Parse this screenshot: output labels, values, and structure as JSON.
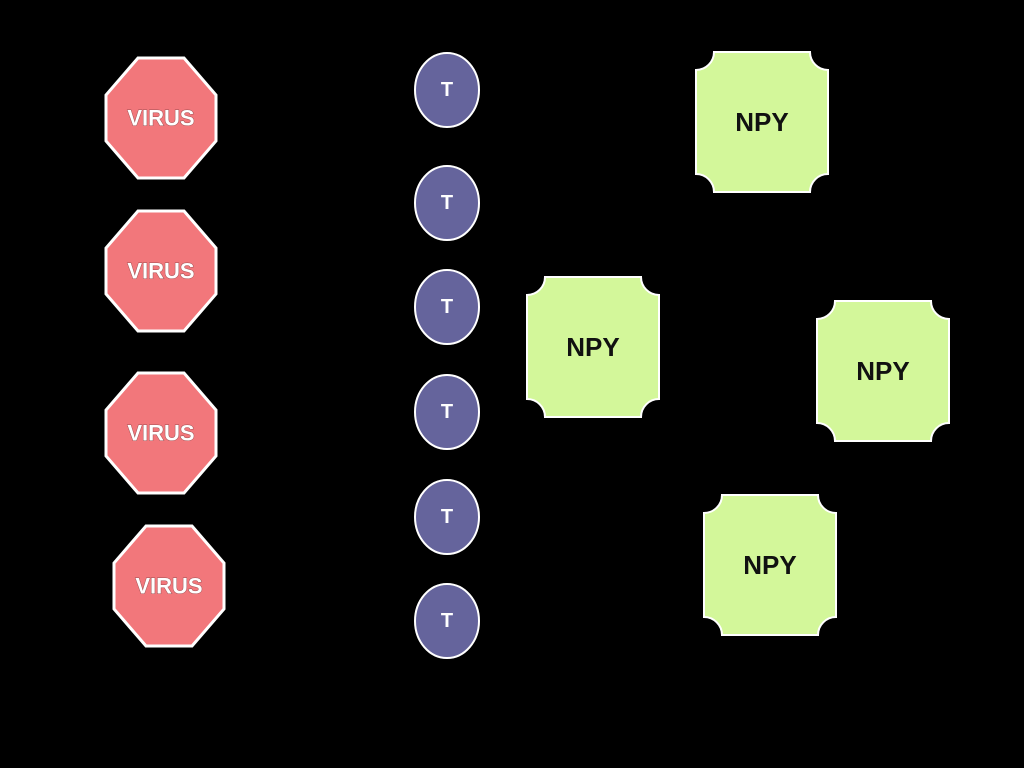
{
  "colors": {
    "background": "#000000",
    "virus_fill": "#f2777b",
    "virus_border": "#ffffff",
    "t_fill": "#65649c",
    "t_border": "#ffffff",
    "npy_fill": "#d3f79a",
    "npy_border": "#ffffff"
  },
  "virus_nodes": [
    {
      "label": "VIRUS"
    },
    {
      "label": "VIRUS"
    },
    {
      "label": "VIRUS"
    },
    {
      "label": "VIRUS"
    }
  ],
  "t_nodes": [
    {
      "label": "T"
    },
    {
      "label": "T"
    },
    {
      "label": "T"
    },
    {
      "label": "T"
    },
    {
      "label": "T"
    },
    {
      "label": "T"
    }
  ],
  "npy_nodes": [
    {
      "label": "NPY"
    },
    {
      "label": "NPY"
    },
    {
      "label": "NPY"
    },
    {
      "label": "NPY"
    }
  ]
}
